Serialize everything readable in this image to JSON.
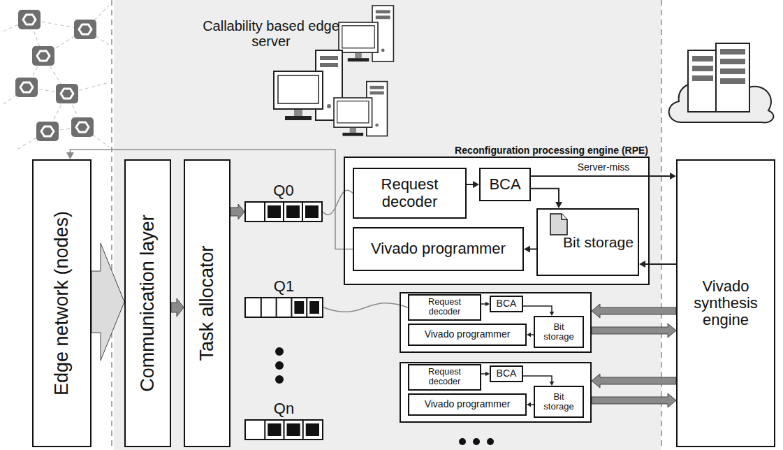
{
  "diagram": {
    "nodes": [
      {
        "text": [
          "Edge network (nodes)"
        ]
      },
      {
        "text": [
          "Communication layer"
        ]
      },
      {
        "text": [
          "Task allocator"
        ]
      },
      {
        "text": [
          "Q0"
        ]
      },
      {
        "text": [
          "Reconfiguration processing engine (RPE)"
        ]
      },
      {
        "text": [
          "Request decoder"
        ],
        "in": 4
      },
      {
        "text": [
          "BCA"
        ],
        "in": 4
      },
      {
        "text": [
          "Bit storage"
        ],
        "in": 4
      },
      {
        "text": [
          "Vivado programmer"
        ],
        "in": 4
      },
      {
        "text": [
          "Q1"
        ]
      },
      {
        "text": []
      },
      {
        "text": [
          "Request decoder"
        ],
        "in": 10
      },
      {
        "text": [
          "BCA"
        ],
        "in": 10
      },
      {
        "text": [
          "Bit storage"
        ],
        "in": 10
      },
      {
        "text": [
          "Vivado programmer"
        ],
        "in": 10
      },
      {
        "text": []
      },
      {
        "text": [
          "Request decoder"
        ],
        "in": 15
      },
      {
        "text": [
          "BCA"
        ],
        "in": 15
      },
      {
        "text": [
          "Bit storage"
        ],
        "in": 15
      },
      {
        "text": [
          "Vivado programmer"
        ],
        "in": 15
      },
      {
        "text": [
          "Qn"
        ]
      },
      {
        "text": [
          "Vivado synthesis engine"
        ]
      }
    ],
    "edges": [
      {
        "from": 0,
        "to": 1,
        "arrow": "to"
      },
      {
        "from": 1,
        "to": 2,
        "arrow": "to"
      },
      {
        "from": 2,
        "to": 3,
        "arrow": "to"
      },
      {
        "from": 3,
        "to": 5,
        "arrow": "none"
      },
      {
        "from": 5,
        "to": 6,
        "arrow": "to"
      },
      {
        "from": 6,
        "to": 7,
        "arrow": "to"
      },
      {
        "from": 6,
        "to": 21,
        "label": "Server-miss",
        "arrow": "to"
      },
      {
        "from": 21,
        "to": 7,
        "arrow": "to"
      },
      {
        "from": 7,
        "to": 8,
        "arrow": "to"
      },
      {
        "from": 8,
        "to": 0,
        "arrow": "to"
      },
      {
        "from": 9,
        "to": 11,
        "arrow": "none"
      },
      {
        "from": 11,
        "to": 12,
        "arrow": "to"
      },
      {
        "from": 12,
        "to": 13,
        "arrow": "to"
      },
      {
        "from": 13,
        "to": 14,
        "arrow": "to"
      },
      {
        "from": 21,
        "to": 10,
        "arrow": "to"
      },
      {
        "from": 10,
        "to": 21,
        "arrow": "to"
      },
      {
        "from": 16,
        "to": 17,
        "arrow": "to"
      },
      {
        "from": 17,
        "to": 18,
        "arrow": "to"
      },
      {
        "from": 18,
        "to": 19,
        "arrow": "to"
      },
      {
        "from": 21,
        "to": 15,
        "arrow": "to"
      },
      {
        "from": 15,
        "to": 21,
        "arrow": "to"
      }
    ],
    "labels": [
      "Callability based edge server"
    ]
  }
}
